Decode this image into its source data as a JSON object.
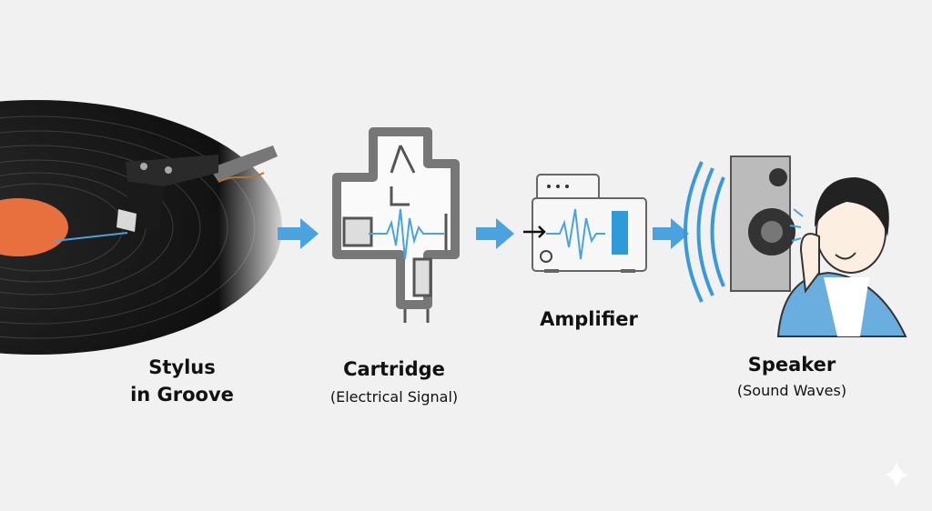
{
  "title": "How a record player produces sound",
  "colors": {
    "background": "#f1f1f1",
    "accent_blue": "#4aa3df",
    "record": "#1b1b1b",
    "record_label": "#e8703f",
    "outline": "#555555"
  },
  "steps": [
    {
      "label": "Stylus",
      "label_line2": "in Groove"
    },
    {
      "label": "Cartridge",
      "sublabel": "(Electrical Signal)"
    },
    {
      "label": "Amplifier"
    },
    {
      "label": "Speaker",
      "sublabel": "(Sound Waves)"
    }
  ],
  "arrows": [
    "arrow-right-icon",
    "arrow-right-icon",
    "arrow-right-icon"
  ],
  "watermark": "sparkle-icon"
}
